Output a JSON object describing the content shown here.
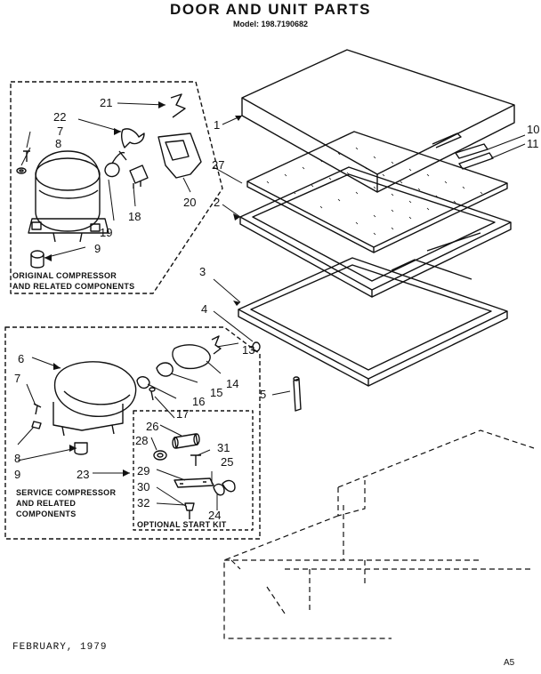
{
  "header": {
    "title": "DOOR AND UNIT PARTS",
    "model": "Model: 198.7190682"
  },
  "footer": {
    "date": "FEBRUARY, 1979",
    "code": "A5"
  },
  "boxes": {
    "original": {
      "line1": "ORIGINAL COMPRESSOR",
      "line2": "AND RELATED COMPONENTS"
    },
    "service": {
      "line1": "SERVICE COMPRESSOR",
      "line2": "AND RELATED",
      "line3": "COMPONENTS"
    },
    "start_kit": {
      "label": "OPTIONAL START KIT"
    }
  },
  "callouts": {
    "c1": "1",
    "c2": "2",
    "c3": "3",
    "c4": "4",
    "c5": "5",
    "c6": "6",
    "c7": "7",
    "c8": "8",
    "c9": "9",
    "c10": "10",
    "c11": "11",
    "c13": "13",
    "c14": "14",
    "c15": "15",
    "c16": "16",
    "c17": "17",
    "c18": "18",
    "c19": "19",
    "c20": "20",
    "c21": "21",
    "c22": "22",
    "c23": "23",
    "c24": "24",
    "c25": "25",
    "c26": "26",
    "c27": "27",
    "c28": "28",
    "c29": "29",
    "c30": "30",
    "c31": "31",
    "c32": "32"
  }
}
